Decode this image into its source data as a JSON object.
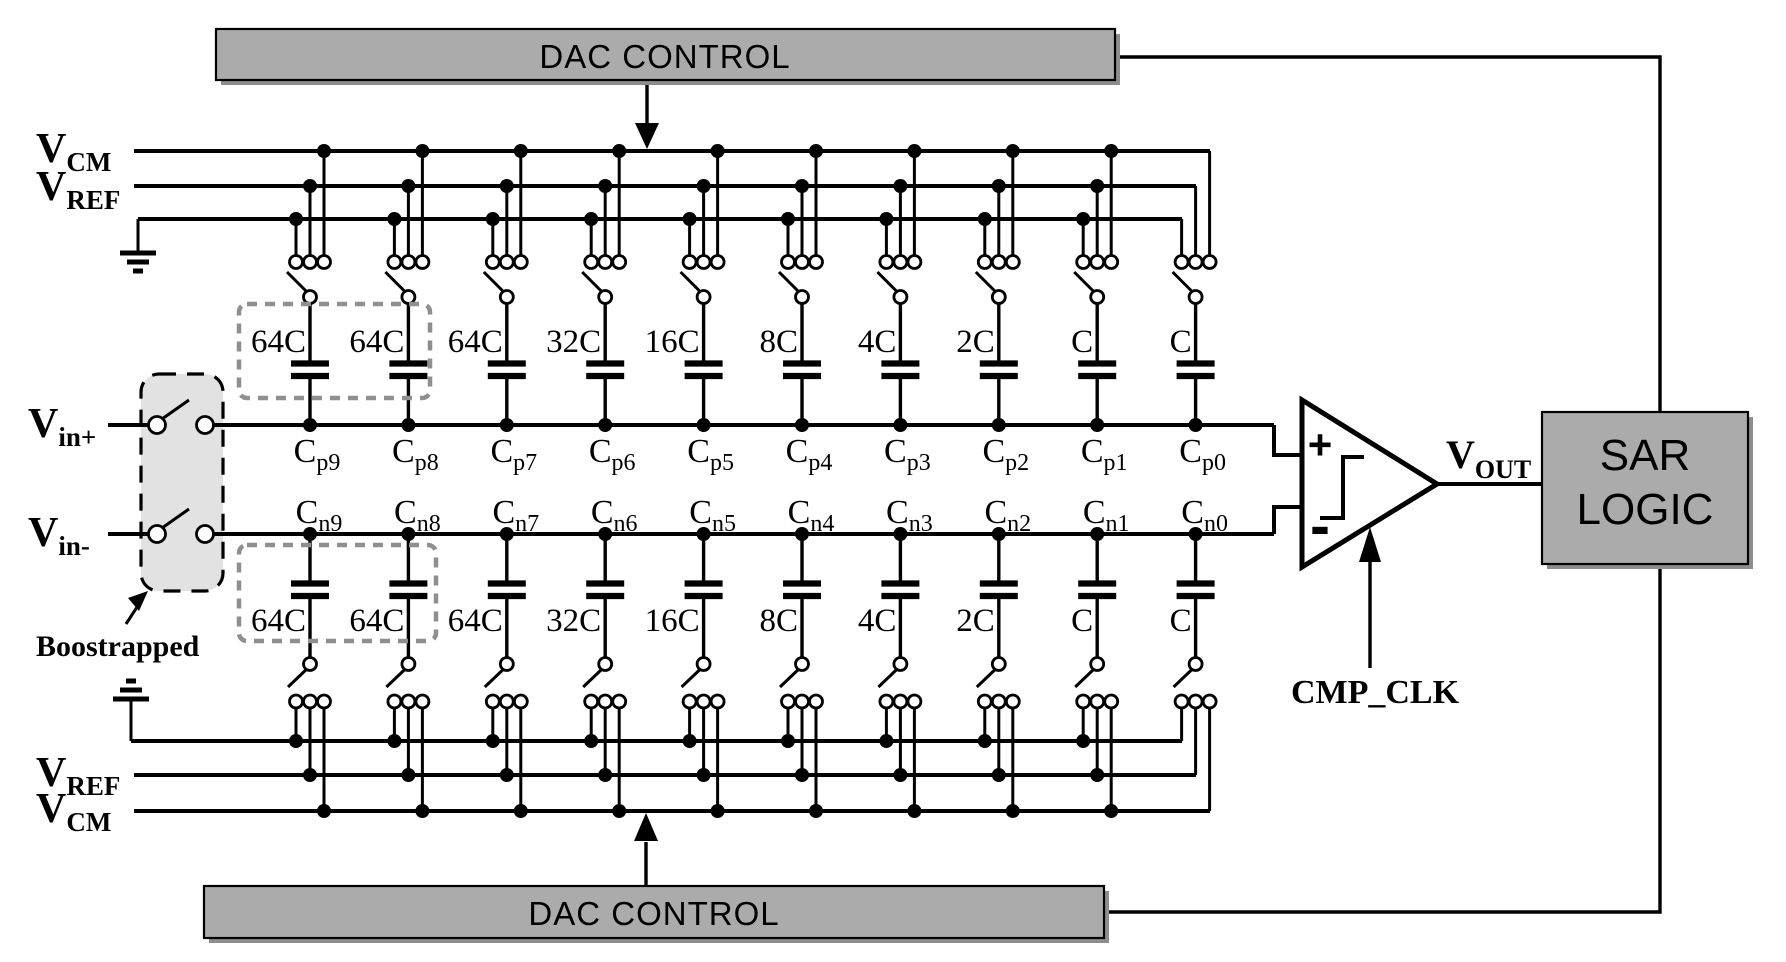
{
  "diagram_title": "Differential SAR ADC capacitive DAC schematic",
  "dac": {
    "control_top": "DAC CONTROL",
    "control_bottom": "DAC CONTROL",
    "columns": [
      {
        "value": "64C",
        "p": {
          "base": "C",
          "sub": "p9"
        },
        "n": {
          "base": "C",
          "sub": "n9"
        }
      },
      {
        "value": "64C",
        "p": {
          "base": "C",
          "sub": "p8"
        },
        "n": {
          "base": "C",
          "sub": "n8"
        }
      },
      {
        "value": "64C",
        "p": {
          "base": "C",
          "sub": "p7"
        },
        "n": {
          "base": "C",
          "sub": "n7"
        }
      },
      {
        "value": "32C",
        "p": {
          "base": "C",
          "sub": "p6"
        },
        "n": {
          "base": "C",
          "sub": "n6"
        }
      },
      {
        "value": "16C",
        "p": {
          "base": "C",
          "sub": "p5"
        },
        "n": {
          "base": "C",
          "sub": "n5"
        }
      },
      {
        "value": "8C",
        "p": {
          "base": "C",
          "sub": "p4"
        },
        "n": {
          "base": "C",
          "sub": "n4"
        }
      },
      {
        "value": "4C",
        "p": {
          "base": "C",
          "sub": "p3"
        },
        "n": {
          "base": "C",
          "sub": "n3"
        }
      },
      {
        "value": "2C",
        "p": {
          "base": "C",
          "sub": "p2"
        },
        "n": {
          "base": "C",
          "sub": "n2"
        }
      },
      {
        "value": "C",
        "p": {
          "base": "C",
          "sub": "p1"
        },
        "n": {
          "base": "C",
          "sub": "n1"
        }
      },
      {
        "value": "C",
        "p": {
          "base": "C",
          "sub": "p0"
        },
        "n": {
          "base": "C",
          "sub": "n0"
        }
      }
    ]
  },
  "sar": {
    "line1": "SAR",
    "line2": "LOGIC"
  },
  "comparator": {
    "plus": "+",
    "minus": "-",
    "output": {
      "base": "V",
      "sub": "OUT"
    },
    "clock": "CMP_CLK"
  },
  "rails_top": [
    {
      "base": "V",
      "sub": "CM"
    },
    {
      "base": "V",
      "sub": "REF"
    }
  ],
  "rails_bottom": [
    {
      "base": "V",
      "sub": "REF"
    },
    {
      "base": "V",
      "sub": "CM"
    }
  ],
  "inputs": {
    "pos": {
      "base": "V",
      "sub": "in+"
    },
    "neg": {
      "base": "V",
      "sub": "in-"
    }
  },
  "bootstrap": {
    "label": "Boostrapped"
  },
  "colors": {
    "box_gray": "#ababab",
    "box_shadow": "#8d8d8d",
    "bootstrap_gray": "#e2e2e2",
    "dashed_gray": "#8f8f8f",
    "wire": "#000000",
    "background": "#ffffff"
  }
}
